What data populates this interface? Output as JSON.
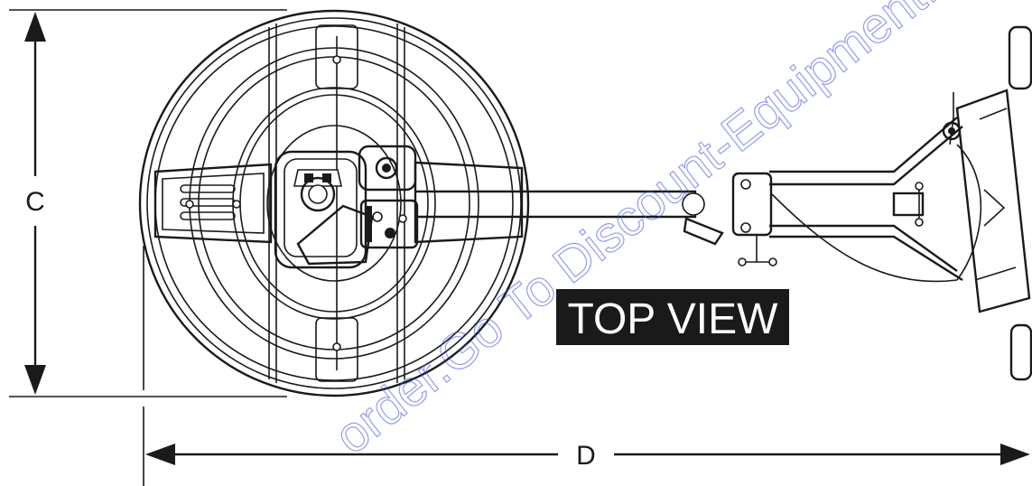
{
  "dimensions": {
    "height_label": "C",
    "length_label": "D"
  },
  "view_label": "TOP VIEW",
  "watermark": "order.Go To Discount-Equipment.com",
  "colors": {
    "line": "#1a1a1a",
    "label_background": "#1a1a1a",
    "label_text": "#ffffff",
    "watermark": "#3b4dd8"
  }
}
